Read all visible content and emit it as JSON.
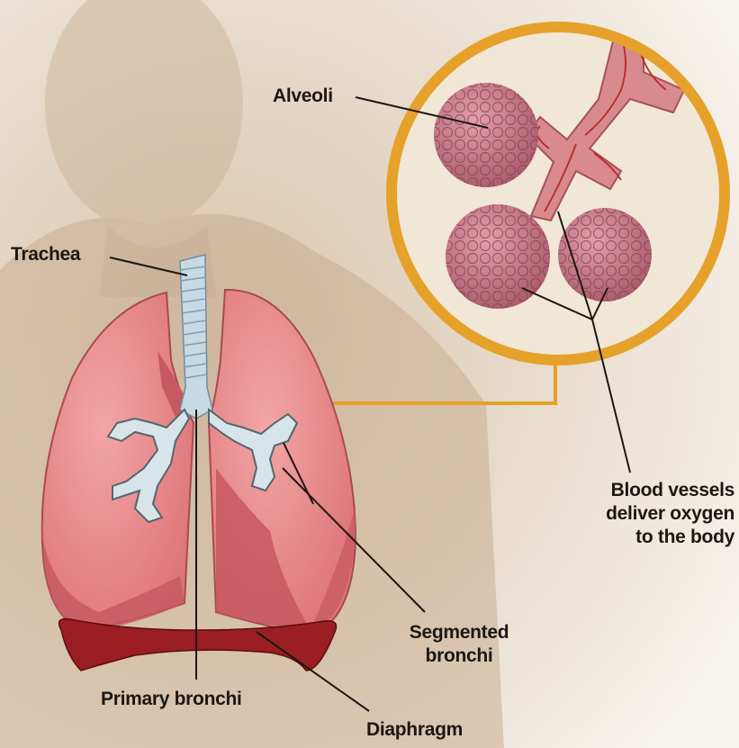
{
  "labels": {
    "alveoli": "Alveoli",
    "trachea": "Trachea",
    "blood_vessels": [
      "Blood vessels",
      "deliver oxygen",
      "to the body"
    ],
    "segmented_bronchi": [
      "Segmented",
      "bronchi"
    ],
    "primary_bronchi": "Primary bronchi",
    "diaphragm": "Diaphragm"
  },
  "colors": {
    "lung": "#e98c8f",
    "lung_shadow": "#c65861",
    "diaphragm": "#9a1e22",
    "trachea": "#c7d9e2",
    "alveoli": "#c4757f",
    "vessel": "#b52b2b",
    "magnifier_ring": "#e6a12a",
    "background": "#f3ede6"
  }
}
